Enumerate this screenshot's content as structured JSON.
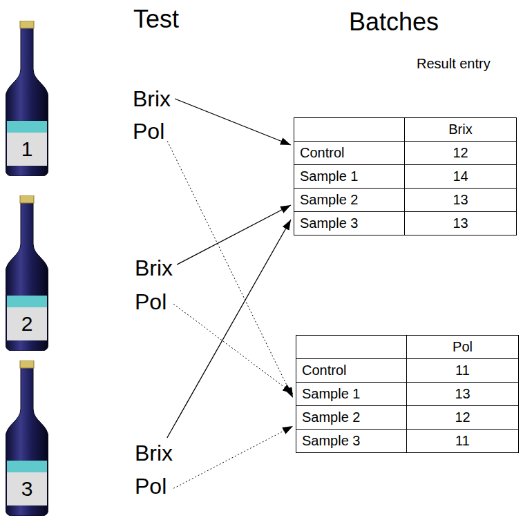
{
  "diagram": {
    "nodes": [
      {
        "text": [
          "1"
        ]
      },
      {
        "text": [
          "Brix"
        ]
      },
      {
        "text": [
          "Pol"
        ]
      },
      {
        "text": [
          "Brix",
          "Control",
          "12",
          "Sample 1",
          "14",
          "Sample 2",
          "13",
          "Sample 3",
          "13"
        ]
      },
      {
        "text": [
          "2"
        ]
      },
      {
        "text": [
          "Brix"
        ]
      },
      {
        "text": [
          "Pol"
        ]
      },
      {
        "text": [
          "3"
        ]
      },
      {
        "text": [
          "Brix"
        ]
      },
      {
        "text": [
          "Pol"
        ]
      },
      {
        "text": [
          "Pol",
          "Control",
          "11",
          "Sample 1",
          "13",
          "Sample 2",
          "12",
          "Sample 3",
          "11"
        ]
      }
    ],
    "edges": [
      {
        "from": 1,
        "to": 3,
        "arrow": "to"
      },
      {
        "from": 5,
        "to": 3,
        "arrow": "to"
      },
      {
        "from": 8,
        "to": 3,
        "arrow": "to"
      },
      {
        "from": 2,
        "to": 10,
        "arrow": "to"
      },
      {
        "from": 6,
        "to": 10,
        "arrow": "to"
      },
      {
        "from": 9,
        "to": 10,
        "arrow": "to"
      }
    ],
    "labels": [
      "Test",
      "Batches",
      "Result entry"
    ]
  }
}
